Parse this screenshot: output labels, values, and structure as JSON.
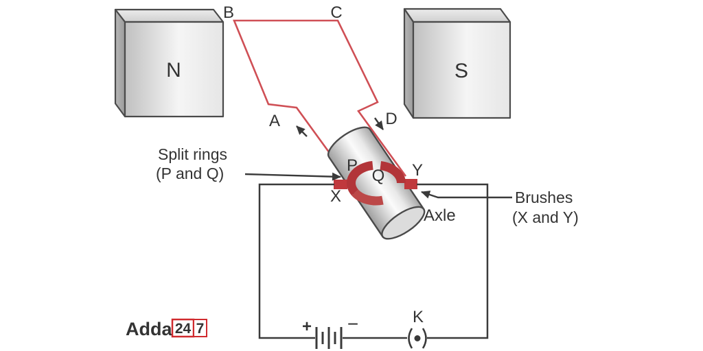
{
  "magnets": {
    "left_pole": "N",
    "right_pole": "S"
  },
  "coil": {
    "top_left": "B",
    "top_right": "C",
    "bottom_left": "A",
    "bottom_right": "D"
  },
  "commutator": {
    "ring_p": "P",
    "ring_q": "Q",
    "brush_x": "X",
    "brush_y": "Y",
    "axle": "Axle"
  },
  "callouts": {
    "split_rings": {
      "line1": "Split rings",
      "line2": "(P and Q)"
    },
    "brushes": {
      "line1": "Brushes",
      "line2": "(X and Y)"
    }
  },
  "circuit": {
    "battery_positive": "+",
    "battery_negative": "−",
    "key": "K"
  },
  "logo": {
    "word": "Adda",
    "box_24": "24",
    "box_7": "7"
  },
  "colors": {
    "coil_red": "#cf4f55",
    "ring_red": "#b23539",
    "ring_red_light": "#d99090",
    "brush_red": "#c0393d",
    "wire": "#3a3a3a",
    "text": "#333333",
    "logo_red": "#d02a2e"
  }
}
